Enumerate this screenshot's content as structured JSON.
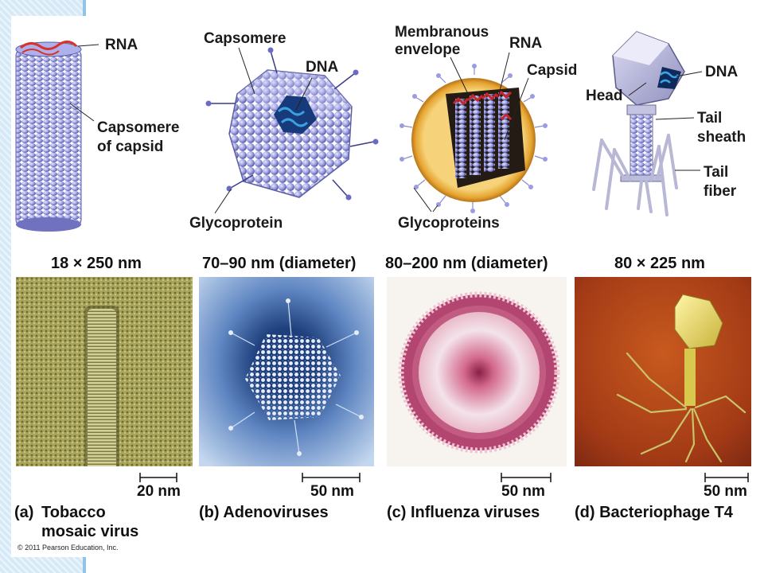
{
  "labels": {
    "tmv_rna": "RNA",
    "tmv_capsomere_1": "Capsomere",
    "tmv_capsomere_2": "of capsid",
    "adeno_capsomere": "Capsomere",
    "adeno_dna": "DNA",
    "adeno_glyco": "Glycoprotein",
    "flu_envelope_1": "Membranous",
    "flu_envelope_2": "envelope",
    "flu_rna": "RNA",
    "flu_capsid": "Capsid",
    "flu_glyco": "Glycoproteins",
    "t4_head": "Head",
    "t4_dna": "DNA",
    "t4_sheath_1": "Tail",
    "t4_sheath_2": "sheath",
    "t4_fiber_1": "Tail",
    "t4_fiber_2": "fiber"
  },
  "sizes": {
    "a": "18 × 250 nm",
    "b": "70–90 nm (diameter)",
    "c": "80–200 nm (diameter)",
    "d": "80 × 225 nm"
  },
  "scales": {
    "a": "20 nm",
    "b": "50 nm",
    "c": "50 nm",
    "d": "50 nm"
  },
  "captions": {
    "a_letter": "(a)",
    "a_1": "Tobacco",
    "a_2": "mosaic virus",
    "b": "(b) Adenoviruses",
    "c": "(c) Influenza viruses",
    "d": "(d) Bacteriophage T4"
  },
  "copyright": "© 2011 Pearson Education, Inc.",
  "colors": {
    "stripe": "#d6e9f7",
    "protein": "#8d8fd6",
    "tmv_photo": "#a8a55a",
    "adeno_photo": "#5b7fb8",
    "flu_photo": "#c66a87",
    "t4_photo": "#b8471c"
  }
}
